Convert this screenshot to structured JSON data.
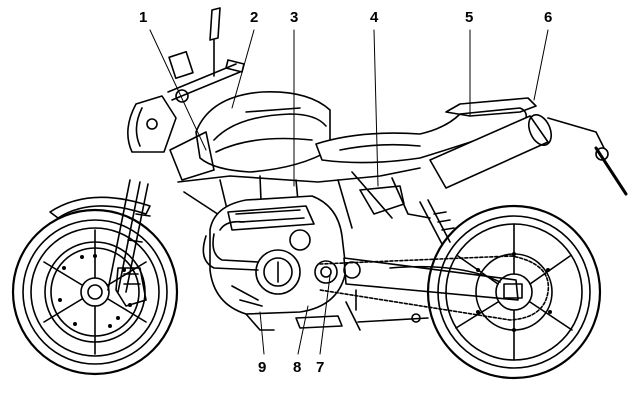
{
  "diagram": {
    "callouts": [
      {
        "id": "1",
        "label": "1"
      },
      {
        "id": "2",
        "label": "2"
      },
      {
        "id": "3",
        "label": "3"
      },
      {
        "id": "4",
        "label": "4"
      },
      {
        "id": "5",
        "label": "5"
      },
      {
        "id": "6",
        "label": "6"
      },
      {
        "id": "7",
        "label": "7"
      },
      {
        "id": "8",
        "label": "8"
      },
      {
        "id": "9",
        "label": "9"
      }
    ]
  }
}
